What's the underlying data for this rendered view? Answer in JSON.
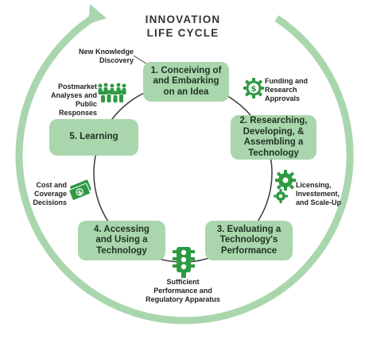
{
  "title_line1": "INNOVATION",
  "title_line2": "LIFE CYCLE",
  "colors": {
    "arrow": "#a9d6ad",
    "box": "#a9d6ad",
    "box_text": "#1e3320",
    "ring_line": "#3a3a3a",
    "icon": "#2f9a44"
  },
  "stages": [
    {
      "line1": "1. Conceiving of",
      "line2": "and Embarking",
      "line3": "on an Idea"
    },
    {
      "line1": "2. Researching,",
      "line2": "Developing, &",
      "line3": "Assembling a",
      "line4": "Technology"
    },
    {
      "line1": "3. Evaluating a",
      "line2": "Technology's",
      "line3": "Performance"
    },
    {
      "line1": "4. Accessing",
      "line2": "and Using a",
      "line3": "Technology"
    },
    {
      "line1": "5. Learning"
    }
  ],
  "notes": {
    "knowledge": {
      "line1": "New Knowledge",
      "line2": "Discovery"
    },
    "funding": {
      "line1": "Funding and",
      "line2": "Research",
      "line3": "Approvals",
      "icon": "dollar-gear-icon"
    },
    "licensing": {
      "line1": "Licensing,",
      "line2": "Investement,",
      "line3": "and Scale-Up",
      "icon": "gears-icon"
    },
    "regulatory": {
      "line1": "Sufficient",
      "line2": "Performance and",
      "line3": "Regulatory Apparatus",
      "icon": "traffic-light-icon"
    },
    "cost": {
      "line1": "Cost and",
      "line2": "Coverage",
      "line3": "Decisions",
      "icon": "money-icon"
    },
    "postmarket": {
      "line1": "Postmarket",
      "line2": "Analyses and",
      "line3": "Public Responses",
      "icon": "crowd-icon"
    }
  }
}
